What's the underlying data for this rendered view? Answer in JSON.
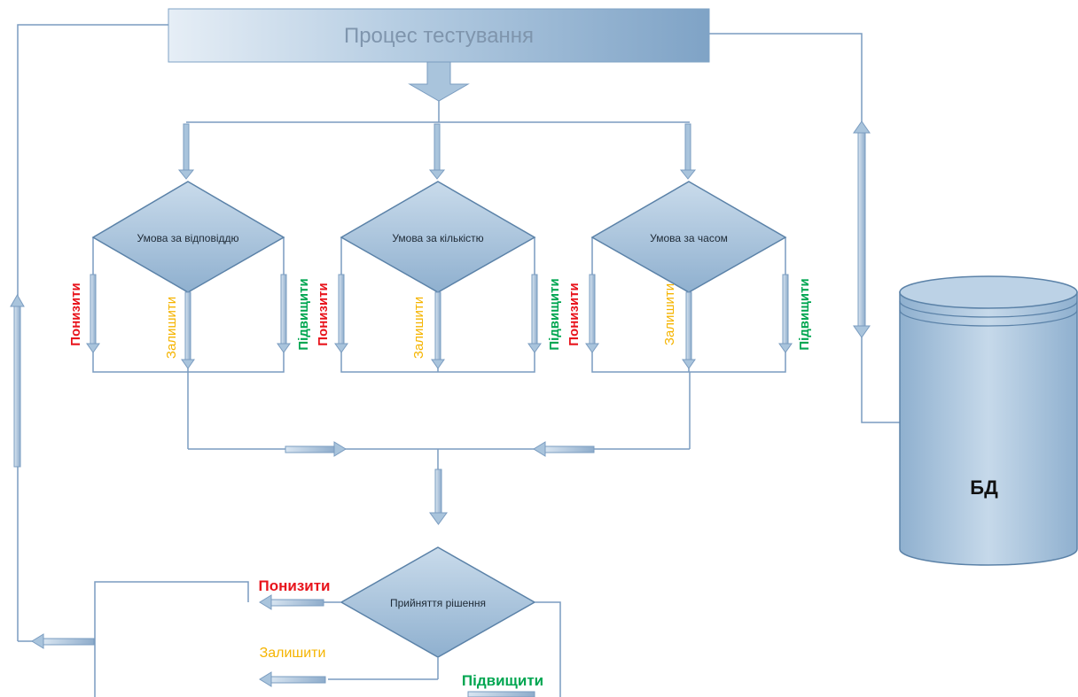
{
  "process": {
    "title": "Процес тестування"
  },
  "conditions": [
    {
      "label": "Умова за відповіддю"
    },
    {
      "label": "Умова за кількістю"
    },
    {
      "label": "Умова за часом"
    }
  ],
  "branch_labels": {
    "lower": "Понизити",
    "keep": "Залишити",
    "raise": "Підвищити"
  },
  "decision": {
    "label": "Прийняття рішення",
    "outputs": {
      "lower": "Понизити",
      "keep": "Залишити",
      "raise": "Підвищити"
    }
  },
  "database": {
    "label": "БД"
  },
  "colors": {
    "lower": "#e8141c",
    "keep": "#f5b400",
    "raise": "#00a651",
    "shape_fill": "#a9c4dc",
    "shape_stroke": "#5b82a8",
    "line": "#7a9cc0"
  }
}
